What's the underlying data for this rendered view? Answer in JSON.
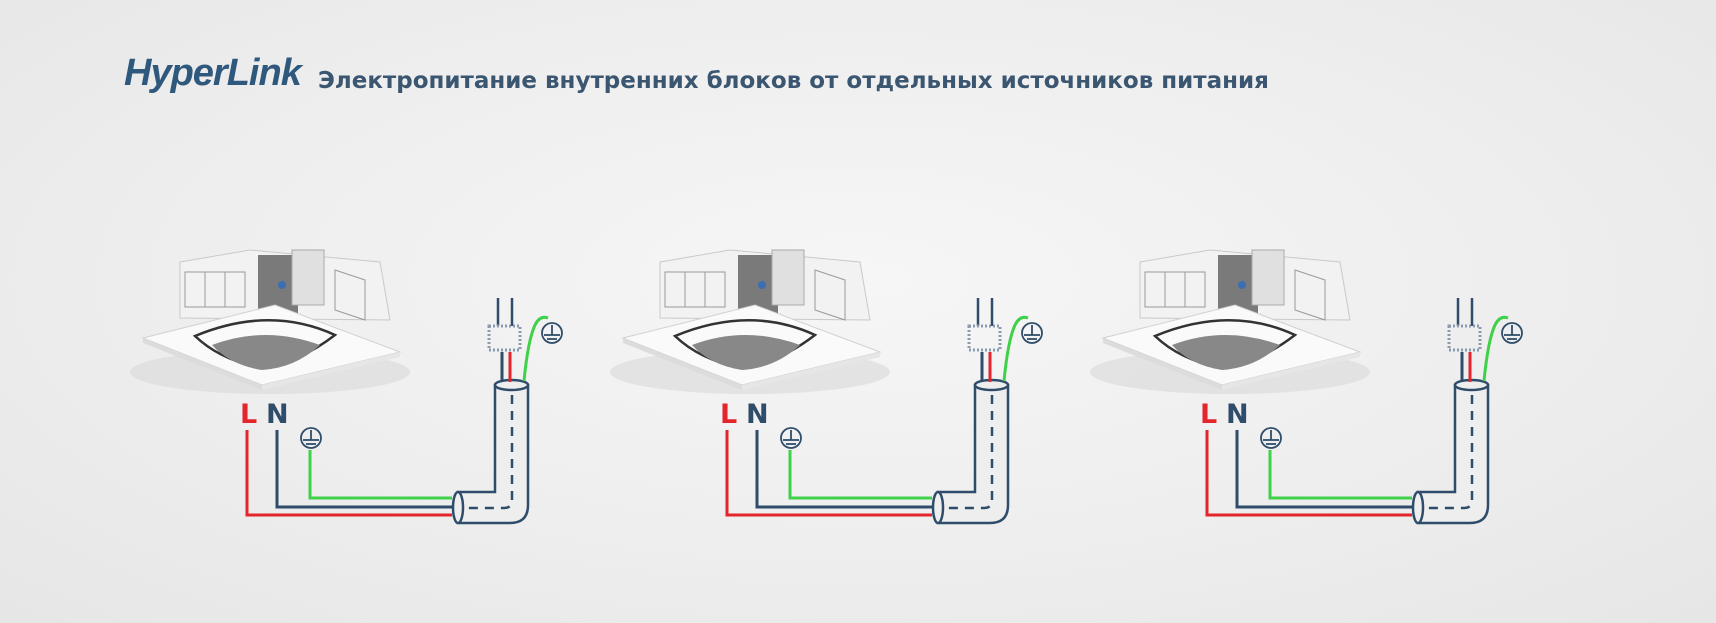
{
  "header": {
    "logo_text": "HyperLink",
    "title": "Электропитание внутренних блоков от отдельных источников питания"
  },
  "units": [
    {
      "live_label": "L",
      "neutral_label": "N"
    },
    {
      "live_label": "L",
      "neutral_label": "N"
    },
    {
      "live_label": "L",
      "neutral_label": "N"
    }
  ],
  "colors": {
    "live": "#e2262c",
    "neutral": "#2f4d6b",
    "earth": "#3fd14a",
    "text": "#3b5670"
  }
}
